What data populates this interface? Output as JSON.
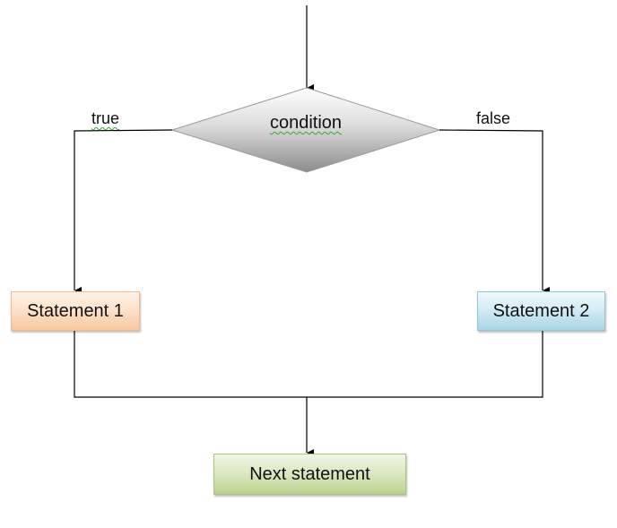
{
  "diagram": {
    "condition_label": "condition",
    "true_label": "true",
    "false_label": "false",
    "statement1_label": "Statement 1",
    "statement2_label": "Statement 2",
    "next_label": "Next statement"
  },
  "colors": {
    "line": "#000000",
    "diamond_top": "#ffffff",
    "diamond_bottom": "#8c8c8c",
    "statement1_fill": "#fde3cd",
    "statement2_fill": "#d5ecf4",
    "next_fill": "#dce9c3"
  }
}
